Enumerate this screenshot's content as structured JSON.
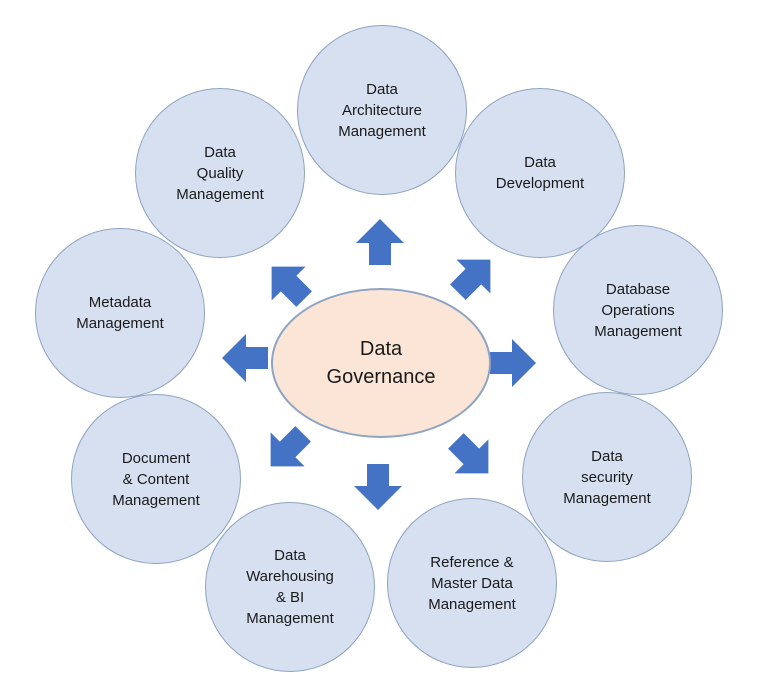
{
  "diagram": {
    "center": "Data\nGovernance",
    "nodes": [
      "Data\nArchitecture\nManagement",
      "Data\nDevelopment",
      "Database\nOperations\nManagement",
      "Data\nsecurity\nManagement",
      "Reference &\nMaster Data\nManagement",
      "Data\nWarehousing\n& BI\nManagement",
      "Document\n& Content\nManagement",
      "Metadata\nManagement",
      "Data\nQuality\nManagement"
    ],
    "colors": {
      "node_fill": "#d6e0f0",
      "node_border": "#8fa3c2",
      "center_fill": "#fbe5d6",
      "arrow": "#4472c4"
    }
  }
}
